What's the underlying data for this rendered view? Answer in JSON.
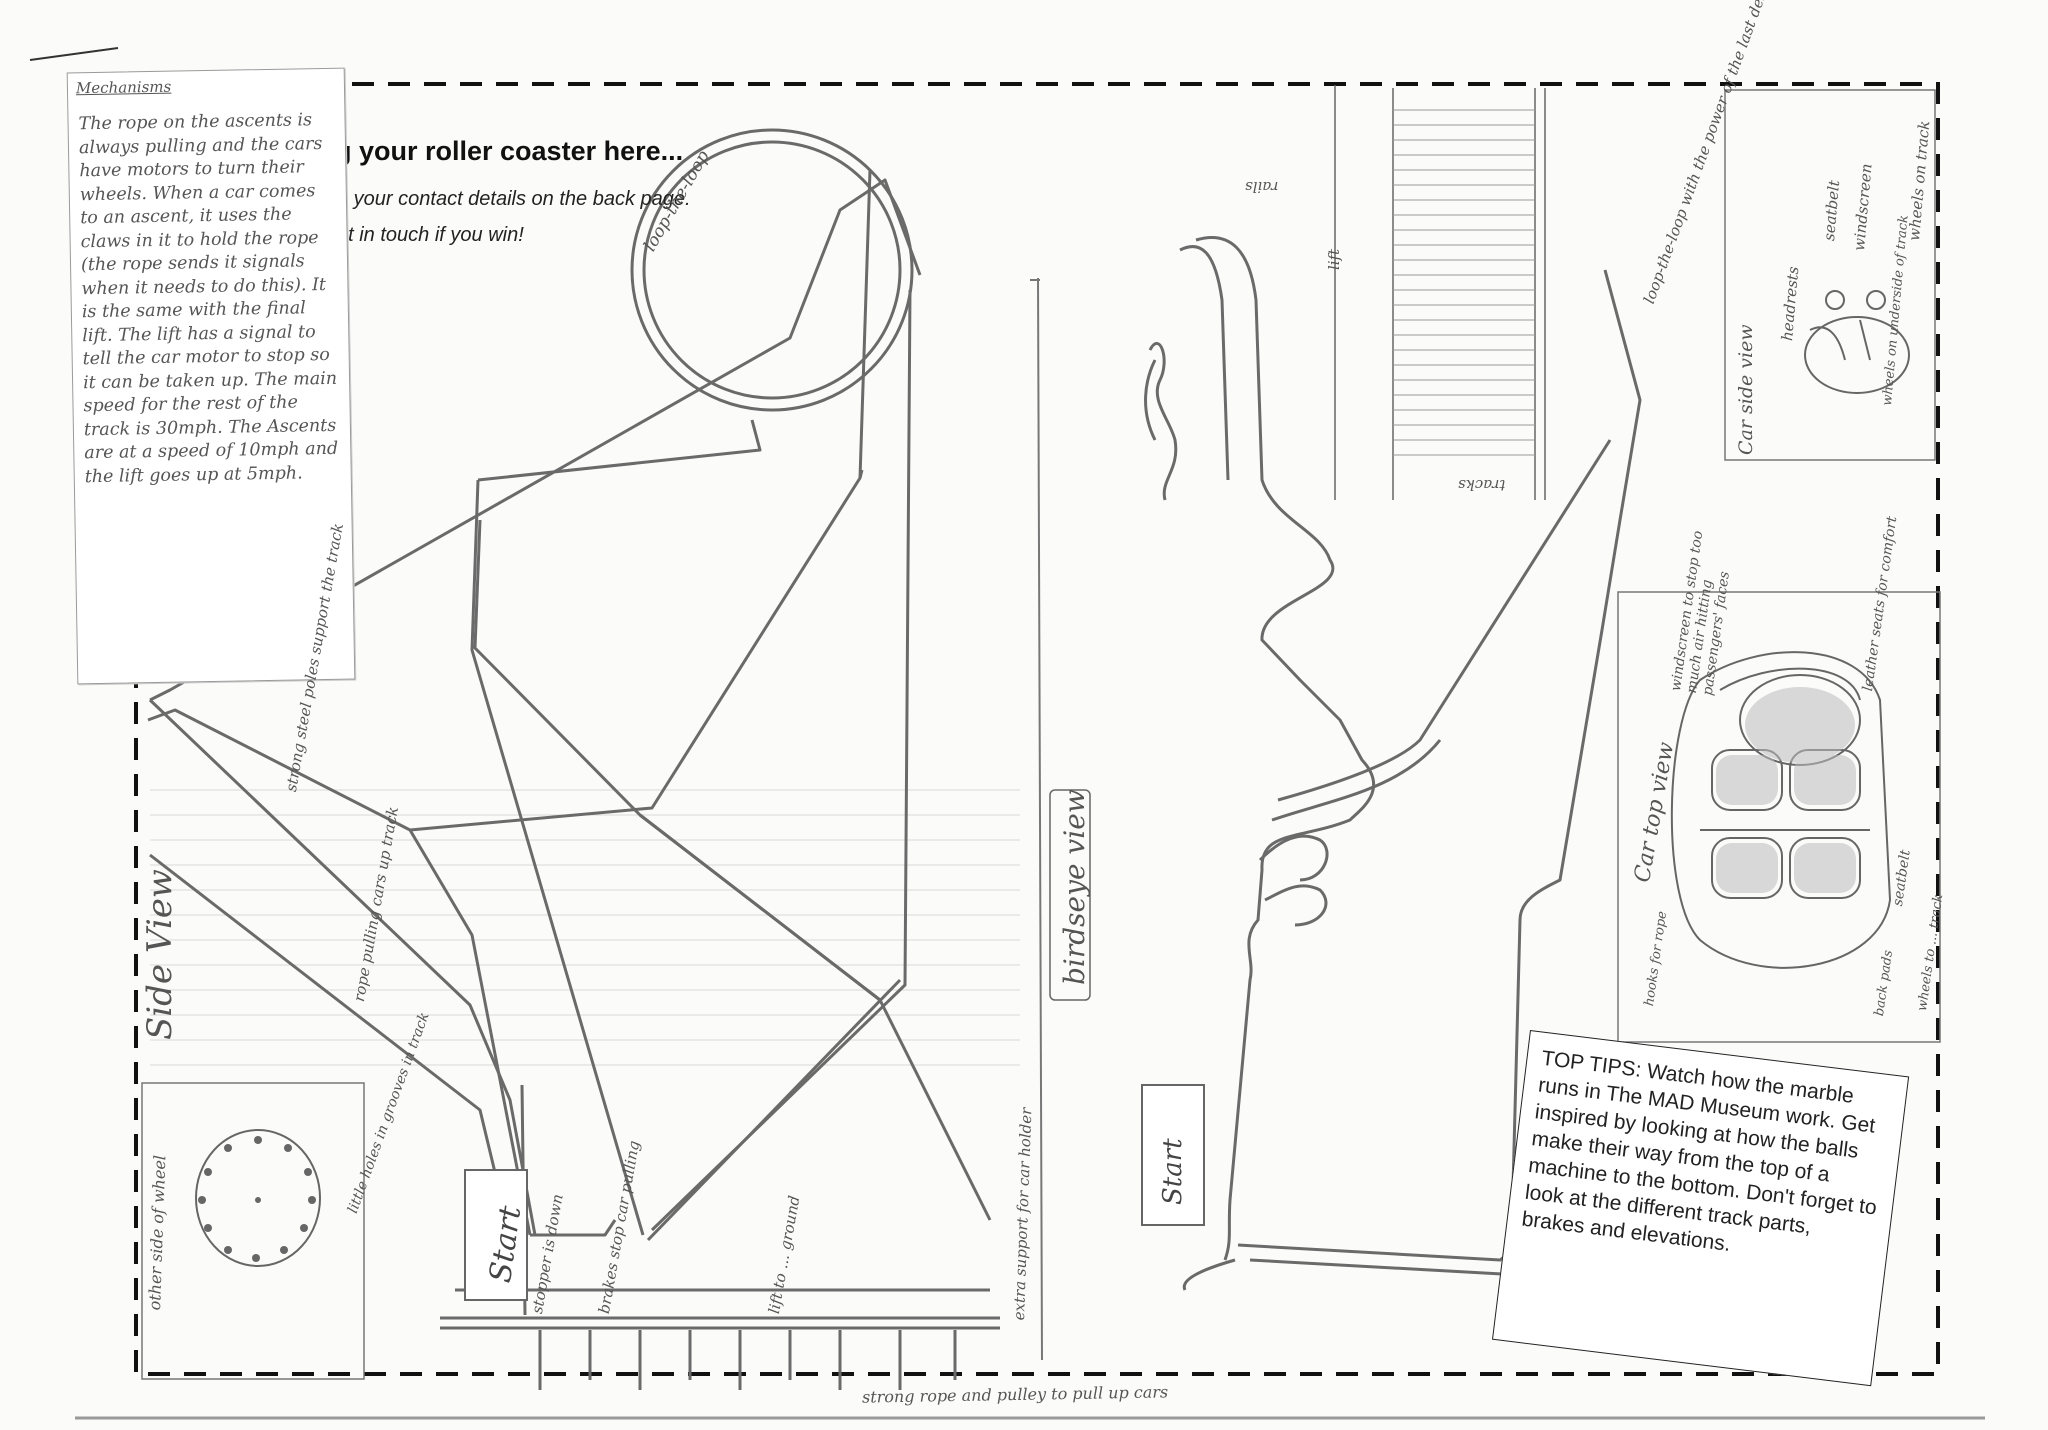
{
  "header": {
    "title_fragment": "g your roller coaster here...",
    "line2_fragment": "n your contact details on the back page.",
    "line3_fragment": "et in touch if you win!"
  },
  "mechanisms_note": {
    "title": "Mechanisms",
    "body": "The rope on the ascents is always pulling and the cars have motors to turn their wheels. When a car comes to an ascent, it uses the claws in it to hold the rope (the rope sends it signals when it needs to do this). It is the same with the final lift. The lift has a signal to tell the car motor to stop so it can be taken up. The main speed for the rest of the track is 30mph. The Ascents are at a speed of 10mph and the lift goes up at 5mph."
  },
  "top_tips": {
    "text": "TOP TIPS: Watch how the marble runs in The MAD Museum work. Get inspired by looking at how the balls make their way from the top of a machine to the bottom. Don't forget to look at the different track parts, brakes and elevations."
  },
  "side_view": {
    "label": "Side View",
    "start": "Start",
    "annotations": {
      "loop": "loop-the-loop",
      "strong_steel_poles": "strong steel poles support the track",
      "rope_pulling": "rope pulling cars up track",
      "stopper_is_down": "stopper is down",
      "brakes_stop": "brakes stop car pulling",
      "lift_to": "lift to ... ground",
      "track_support": "extra support for car holder",
      "strong_rope": "strong rope and pulley to pull up cars"
    }
  },
  "birdseye_view": {
    "label": "birdseye view",
    "start": "Start",
    "annotations": {
      "loop_final": "loop-the-loop with the power of the last descent",
      "tracks": "tracks",
      "rails": "rails",
      "lift": "lift"
    }
  },
  "car_side_view": {
    "label": "Car side view",
    "annotations": [
      "seatbelt",
      "headrests",
      "windscreen",
      "wheels on track",
      "wheels on underside of track"
    ]
  },
  "car_top_view": {
    "label": "Car top view",
    "annotations": [
      "windscreen to stop too much air hitting passengers' faces",
      "leather seats for comfort",
      "seatbelt",
      "wheels to ... track",
      "hooks for rope",
      "back pads"
    ]
  },
  "wheel_view": {
    "label": "other side of wheel",
    "annotation": "little holes in grooves in track"
  },
  "colors": {
    "paper": "#fbfbfa",
    "pencil": "#6a6a6a",
    "ink": "#222222",
    "dashed_border": "#111111"
  }
}
